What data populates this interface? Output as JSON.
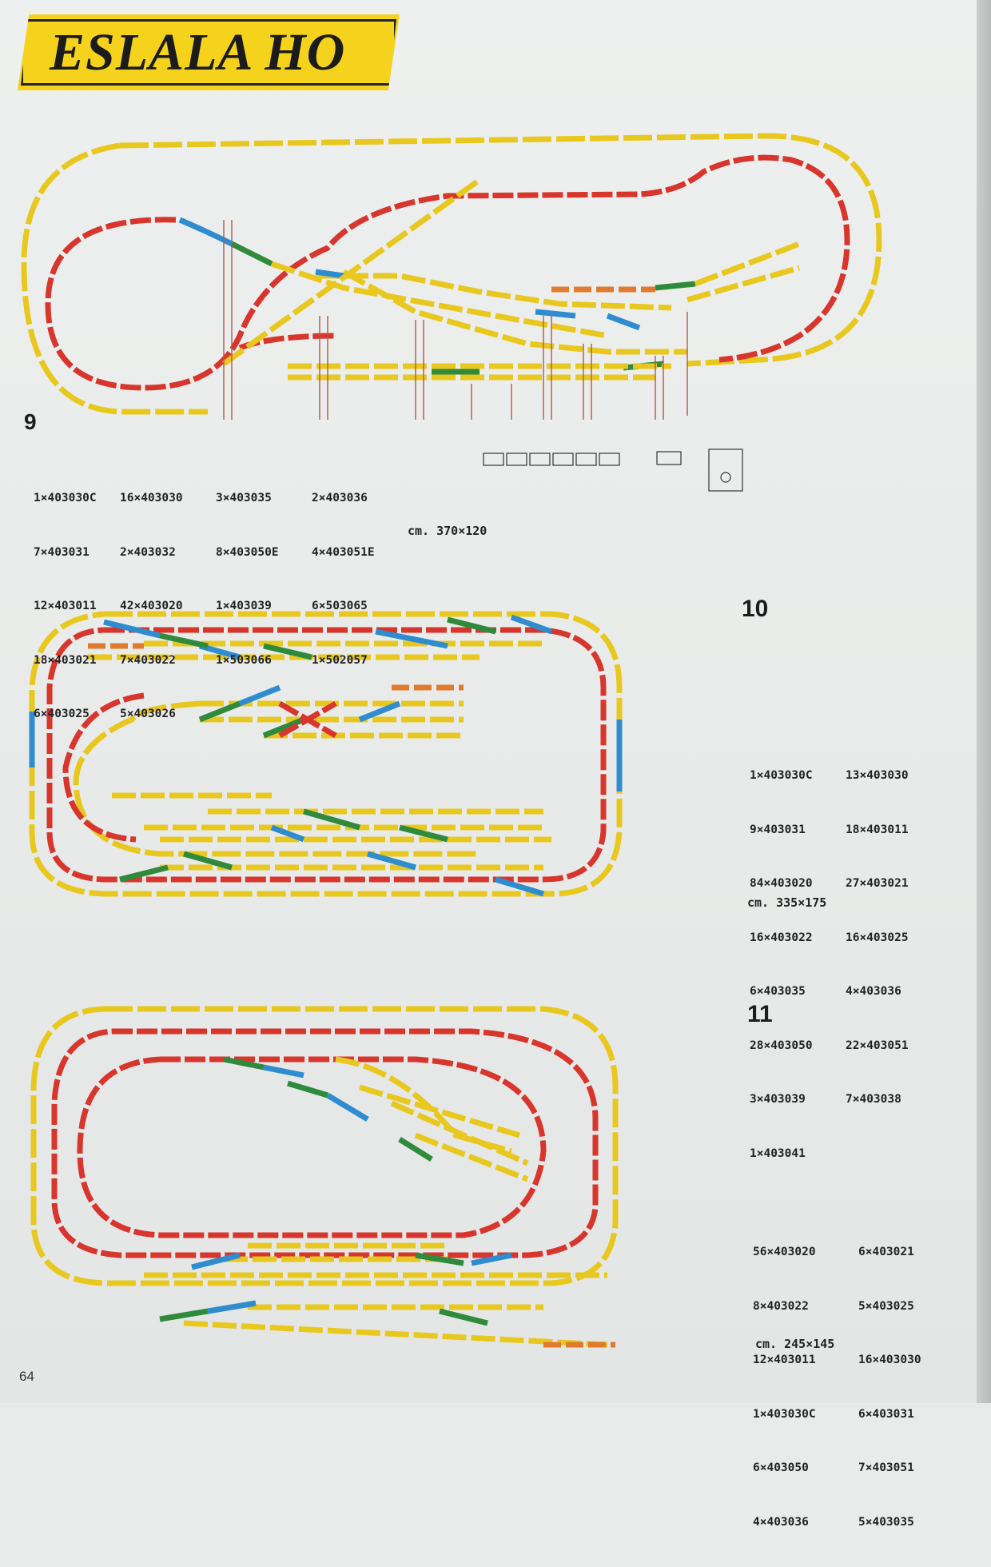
{
  "header": {
    "title": "ESLALA HO",
    "banner_color": "#f5d21c"
  },
  "layouts": [
    {
      "number": "9",
      "parts": [
        "1×403030C",
        "16×403030",
        "3×403035",
        "2×403036",
        "7×403031",
        "2×403032",
        "8×403050E",
        "4×403051E",
        "12×403011",
        "42×403020",
        "1×403039",
        "6×503065",
        "18×403021",
        "7×403022",
        "1×503066",
        "1×502057",
        "6×403025",
        "5×403026"
      ],
      "dimensions": "cm. 370×120"
    },
    {
      "number": "10",
      "parts": [
        "1×403030C",
        "13×403030",
        "9×403031",
        "18×403011",
        "84×403020",
        "27×403021",
        "16×403022",
        "16×403025",
        "6×403035",
        "4×403036",
        "28×403050",
        "22×403051",
        "3×403039",
        "7×403038",
        "1×403041"
      ],
      "dimensions": "cm. 335×175"
    },
    {
      "number": "11",
      "parts": [
        "56×403020",
        "6×403021",
        "8×403022",
        "5×403025",
        "12×403011",
        "16×403030",
        "1×403030C",
        "6×403031",
        "6×403050",
        "7×403051",
        "4×403036",
        "5×403035"
      ],
      "dimensions": "cm. 245×145"
    }
  ],
  "track_colors": {
    "straight": "#e8c81e",
    "curve": "#d8352c",
    "short": "#e07a2e",
    "turnout_left": "#2f8a3c",
    "turnout_right": "#2f8ccf"
  },
  "footer": {
    "page_number": "64"
  }
}
